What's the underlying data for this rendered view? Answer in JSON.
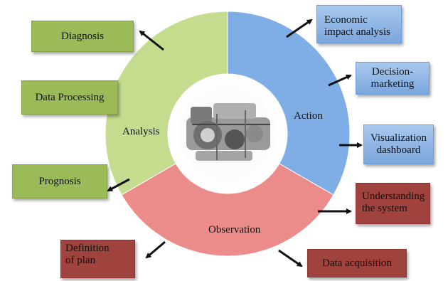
{
  "ring": {
    "colors": {
      "analysis": "#c5dc8f",
      "action": "#7faee6",
      "observation": "#ec8c8a"
    },
    "segments": {
      "analysis": "Analysis",
      "action": "Action",
      "observation": "Observation"
    },
    "center_image": "engine-photo"
  },
  "boxes": {
    "diagnosis": "Diagnosis",
    "data_processing": "Data Processing",
    "prognosis": "Prognosis",
    "definition_of_plan": "Definition\nof plan",
    "economic_impact": "Economic\nimpact analysis",
    "decision_marketing": "Decision-\nmarketing",
    "visualization_dashboard": "Visualization\ndashboard",
    "understanding_system": "Understanding\nthe system",
    "data_acquisition": "Data acquisition"
  },
  "colors": {
    "green_box": "#9bbb59",
    "blue_box": "#8db3e2",
    "red_box": "#a0423e",
    "arrow": "#111111"
  }
}
